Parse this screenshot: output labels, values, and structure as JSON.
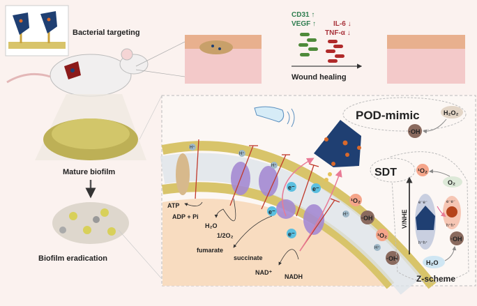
{
  "top": {
    "bacterial_targeting": "Bacterial targeting",
    "mature_biofilm": "Mature biofilm",
    "biofilm_eradication": "Biofilm eradication",
    "cd31": "CD31",
    "vegf": "VEGF",
    "il6": "IL-6",
    "tnf": "TNF-α",
    "up_arrow": "↑",
    "down_arrow": "↓",
    "wound_healing": "Wound healing"
  },
  "mechanism": {
    "pod_mimic": "POD-mimic",
    "h2o2": "H₂O₂",
    "oh": "·OH",
    "sdt": "SDT",
    "singlet_o2": "¹O₂",
    "o2": "O₂",
    "h2o": "H₂O",
    "v_nhe": "V/NHE",
    "z_scheme": "Z-scheme",
    "ee": "e⁻e⁻",
    "hh": "h⁺h⁺",
    "electron": "e⁻",
    "proton": "H⁺",
    "atp": "ATP",
    "adp_pi": "ADP + Pi",
    "h2o_label": "H₂O",
    "half_o2": "1/2O₂",
    "fumarate": "fumarate",
    "succinate": "succinate",
    "nad": "NAD⁺",
    "nadh": "NADH"
  },
  "colors": {
    "background": "#fbf2ef",
    "nanoparticle": "#1f3f72",
    "membrane_head": "#d8c46a",
    "cytoplasm": "#f8dcc0",
    "green_marker": "#2e7d4f",
    "red_marker": "#a8323a",
    "inhibit": "#c0392b",
    "pink_arrow": "#e97a95"
  }
}
